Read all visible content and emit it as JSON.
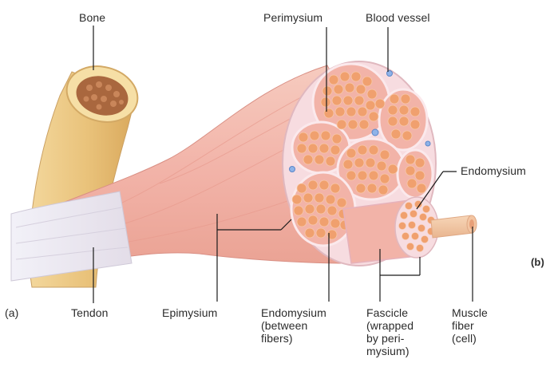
{
  "labels": {
    "bone": "Bone",
    "perimysium": "Perimysium",
    "blood_vessel": "Blood vessel",
    "endomysium_right": "Endomysium",
    "panel_b": "(b)",
    "panel_a": "(a)",
    "tendon": "Tendon",
    "epimysium": "Epimysium",
    "endomysium_bottom": "Endomysium\n(between\nfibers)",
    "fascicle": "Fascicle\n(wrapped\nby peri-\nmysium)",
    "muscle_fiber": "Muscle\nfiber\n(cell)"
  },
  "colors": {
    "bone": "#e9c27a",
    "bone_marrow": "#a9673e",
    "muscle": "#f2b3a8",
    "fiber": "#f0a06e",
    "perimysium": "#f7dce0",
    "tendon": "#e6e4f0",
    "blood_vessel": "#8fb3e8",
    "leader_line": "#1a1a1a"
  }
}
